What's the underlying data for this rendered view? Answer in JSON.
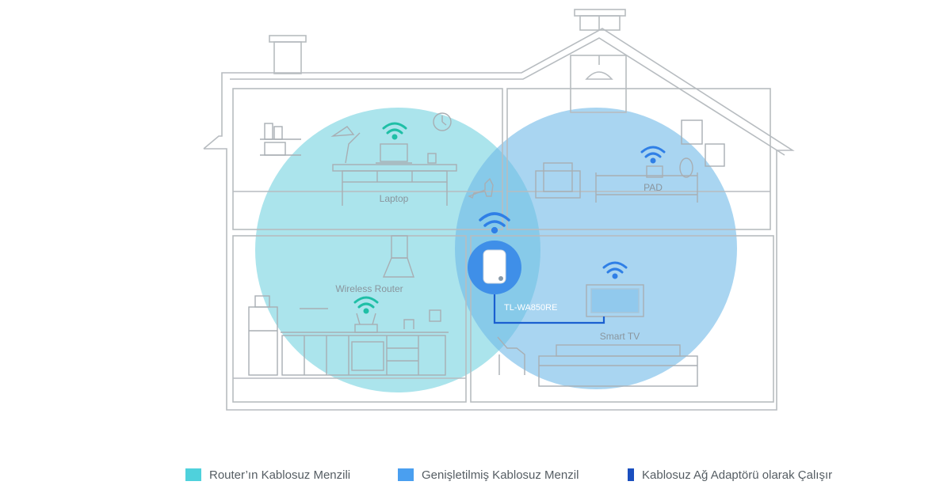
{
  "labels": {
    "laptop": "Laptop",
    "pad": "PAD",
    "wireless_router": "Wireless Router",
    "extender": "TL-WA850RE",
    "smart_tv": "Smart TV"
  },
  "legend": [
    {
      "label": "Router’ın Kablosuz Menzili",
      "color": "#4fd1dc"
    },
    {
      "label": "Genişletilmiş Kablosuz Menzil",
      "color": "#4a9ff0"
    },
    {
      "label": "Kablosuz Ağ Adaptörü olarak Çalışır",
      "color": "#1a4fbf"
    }
  ],
  "colors": {
    "router_range": "#7fd6e2",
    "extended_range": "#7fbfe6",
    "wifi_router": "#1fbfa6",
    "wifi_extended": "#2f7fe6",
    "line": "#b7bcc0"
  },
  "icons": [
    "wifi-icon",
    "clock-icon",
    "lamp-icon",
    "router-icon",
    "extender-icon",
    "tv-icon",
    "dog-icon",
    "sofa-icon",
    "bed-icon",
    "tablet-icon"
  ]
}
